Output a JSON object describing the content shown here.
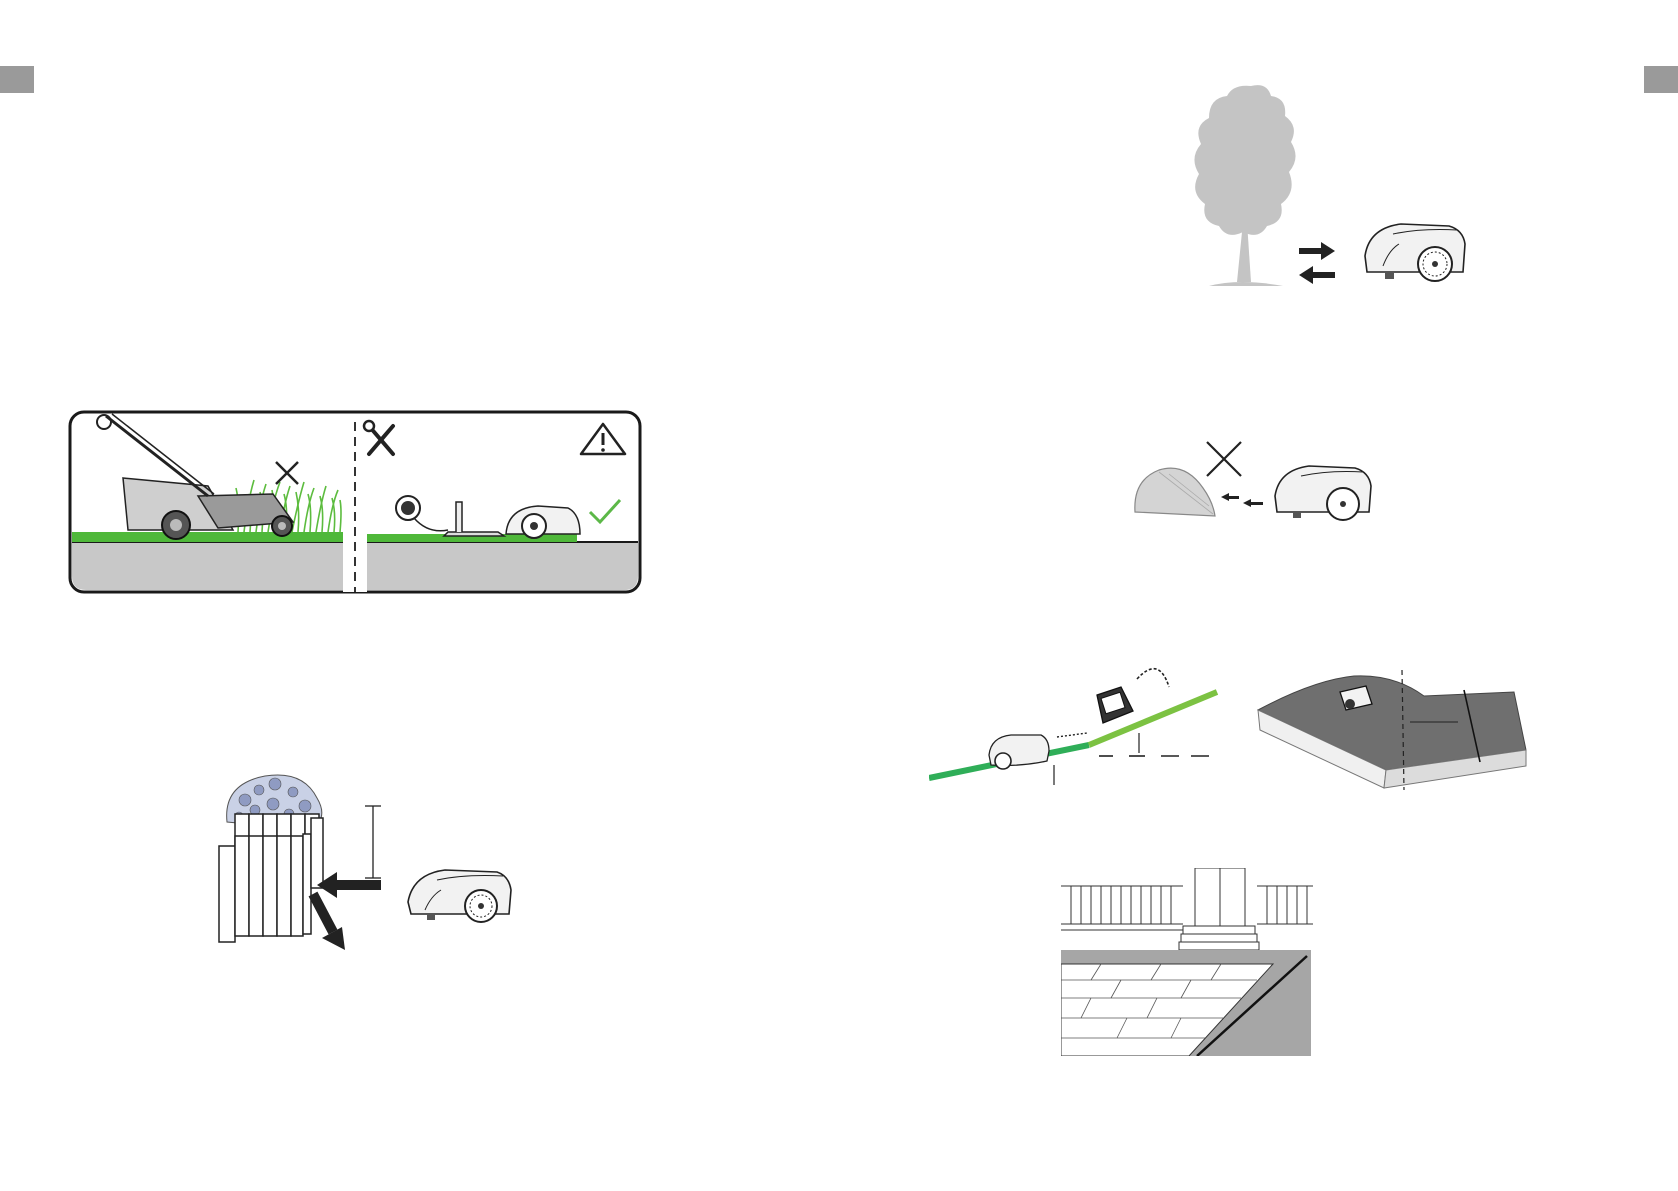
{
  "document": {
    "type": "robotic lawn mower manual spread",
    "pages": [
      "left",
      "right"
    ],
    "text_content": []
  },
  "colors": {
    "grass_green": "#4fb83a",
    "slope_green_dark": "#2fae58",
    "slope_green_light": "#7cc242",
    "soil_gray": "#c8c8c8",
    "tab_gray": "#9a9a9a",
    "check_green": "#5cb848"
  },
  "icons": {
    "mower_cut_first": "push-mower-icon",
    "tools": "tools-icon",
    "warning": "warning-triangle-icon",
    "not_allowed": "cross-mark-icon",
    "ok": "check-mark-icon"
  }
}
